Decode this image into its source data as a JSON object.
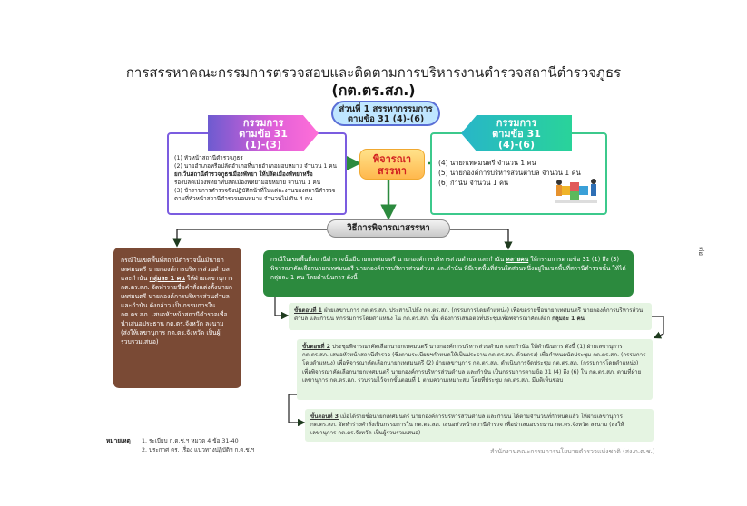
{
  "header": {
    "title": "การสรรหาคณะกรรมการตรวจสอบและติดตามการบริหารงานตำรวจสถานีตำรวจภูธร",
    "subtitle": "(กต.ตร.สภ.)"
  },
  "part_badge": {
    "line1": "ส่วนที่ 1 สรรหากรรมการ",
    "line2": "ตามข้อ 31 (4)-(6)"
  },
  "left_tab": {
    "line1": "กรรมการ",
    "line2": "ตามข้อ 31",
    "line3": "(1)-(3)"
  },
  "right_tab": {
    "line1": "กรรมการ",
    "line2": "ตามข้อ 31",
    "line3": "(4)-(6)"
  },
  "left_box": {
    "items": [
      "(1) หัวหน้าสถานีตำรวจภูธร",
      "(2) นายอำเภอหรือปลัดอำเภอที่นายอำเภอมอบหมาย จำนวน 1 คน",
      "ยกเว้นสถานีตำรวจภูธรเมืองพัทยา ให้ปลัดเมืองพัทยาหรือ",
      "รองปลัดเมืองพัทยาที่ปลัดเมืองพัทยามอบหมาย จำนวน 1 คน",
      "(3) ข้าราชการตำรวจซึ่งปฏิบัติหน้าที่ในแต่ละงานของสถานีตำรวจ",
      "ตามที่หัวหน้าสถานีตำรวจมอบหมาย จำนวนไม่เกิน 4 คน"
    ]
  },
  "right_box": {
    "items": [
      "(4) นายกเทศมนตรี จำนวน 1 คน",
      "(5) นายกองค์การบริหารส่วนตำบล จำนวน 1 คน",
      "(6) กำนัน จำนวน 1 คน"
    ]
  },
  "consider": {
    "line1": "พิจารณา",
    "line2": "สรรหา"
  },
  "method": {
    "label": "วิธีการพิจารณาสรรหา"
  },
  "brown_box": {
    "text1": "กรณีในเขตพื้นที่สถานีตำรวจนั้นมีนายกเทศมนตรี นายกองค์การบริหารส่วนตำบล และกำนัน",
    "bold1": "กลุ่มละ 1 คน",
    "text2": "ให้ฝ่ายเลขานุการ กต.ตร.สภ. จัดทำรายชื่อคำสั่งแต่งตั้งนายกเทศมนตรี นายกองค์การบริหารส่วนตำบล และกำนัน ดังกล่าว เป็นกรรมการใน กต.ตร.สภ. เสนอหัวหน้าสถานีตำรวจเพื่อนำเสนอประธาน กต.ตร.จังหวัด ลงนาม (ส่งให้เลขานุการ กต.ตร.จังหวัด เป็นผู้รวบรวมเสนอ)"
  },
  "green_box": {
    "text1": "กรณีในเขตพื้นที่สถานีตำรวจนั้นมีนายกเทศมนตรี นายกองค์การบริหารส่วนตำบล และกำนัน",
    "bold1": "หลายคน",
    "text2": "ให้กรรมการตามข้อ 31 (1) ถึง (3) พิจารณาคัดเลือกนายกเทศมนตรี นายกองค์การบริหารส่วนตำบล และกำนัน ที่มีเขตพื้นที่ส่วนใดส่วนหนึ่งอยู่ในเขตพื้นที่สถานีตำรวจนั้น ให้ได้กลุ่มละ 1 คน โดยดำเนินการ ดังนี้"
  },
  "steps": [
    {
      "label": "ขั้นตอนที่ 1",
      "text": "ฝ่ายเลขานุการ กต.ตร.สภ. ประสานไปยัง กต.ตร.สภ. (กรรมการโดยตำแหน่ง) เพื่อขอรายชื่อนายกเทศมนตรี นายกองค์การบริหารส่วนตำบล และกำนัน ที่กรรมการโดยตำแหน่ง ใน กต.ตร.สภ. นั้น ต้องการเสนอต่อที่ประชุมเพื่อพิจารณาคัดเลือก",
      "bold": "กลุ่มละ 1 คน"
    },
    {
      "label": "ขั้นตอนที่ 2",
      "text": "ประชุมพิจารณาคัดเลือกนายกเทศมนตรี นายกองค์การบริหารส่วนตำบล และกำนัน ให้ดำเนินการ ดังนี้ (1) ฝ่ายเลขานุการ กต.ตร.สภ. เสนอหัวหน้าสถานีตำรวจ (ซึ่งตามระเบียบฯกำหนดให้เป็นประธาน กต.ตร.สภ. ด้วยตรง) เพื่อกำหนดนัดประชุม กต.ตร.สภ. (กรรมการโดยตำแหน่ง) เพื่อพิจารณาคัดเลือกนายกเทศมนตรี (2) ฝ่ายเลขานุการ กต.ตร.สภ. ดำเนินการจัดประชุม กต.ตร.สภ. (กรรมการโดยตำแหน่ง) เพื่อพิจารณาคัดเลือกนายกเทศมนตรี นายกองค์การบริหารส่วนตำบล และกำนัน เป็นกรรมการตามข้อ 31 (4) ถึง (6) ใน กต.ตร.สภ. ตามที่ฝ่ายเลขานุการ กต.ตร.สภ. รวบรวมไว้จากขั้นตอนที่ 1 ตามความเหมาะสม โดยที่ประชุม กต.ตร.สภ. มีมติเห็นชอบ"
    },
    {
      "label": "ขั้นตอนที่ 3",
      "text": "เมื่อได้รายชื่อนายกเทศมนตรี นายกองค์การบริหารส่วนตำบล และกำนัน ได้ตามจำนวนที่กำหนดแล้ว ให้ฝ่ายเลขานุการ กต.ตร.สภ. จัดทำร่างคำสั่งเป็นกรรมการใน กต.ตร.สภ. เสนอหัวหน้าสถานีตำรวจ เพื่อนำเสนอประธาน กต.ตร.จังหวัด ลงนาม (ส่งให้เลขานุการ กต.ตร.จังหวัด เป็นผู้รวบรวมเสนอ)"
    }
  ],
  "notes": {
    "label": "หมายเหตุ",
    "items": [
      "1. ระเบียบ ก.ต.ช.ฯ หมวด 4 ข้อ 31-40",
      "2. ประกาศ ตร. เรื่อง แนวทางปฏิบัติฯ ก.ต.ช.ฯ"
    ]
  },
  "footer": {
    "org": "สำนักงานคณะกรรมการนโยบายตำรวจแห่งชาติ (สง.ก.ต.ช.)"
  },
  "side_mark": {
    "text": "ต่อ"
  },
  "colors": {
    "left_accent": "#7b5ce0",
    "right_accent": "#3cc98c",
    "brown": "#7a4a35",
    "green": "#2c8a3e",
    "step_bg": "#e5f4e2",
    "consider_text": "#d12020"
  },
  "icons": {
    "illustration": "puzzle-people-icon"
  }
}
